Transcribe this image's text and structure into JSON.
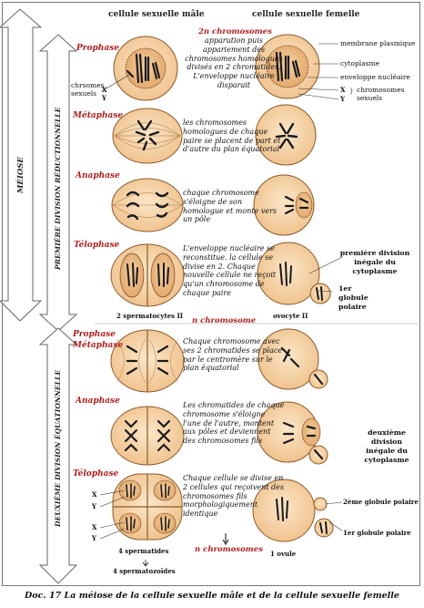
{
  "headers": {
    "male": "cellule sexuelle mâle",
    "female": "cellule sexuelle femelle"
  },
  "side_labels": {
    "meiose": "MÉIOSE",
    "div1": "PREMIÈRE DIVISION RÉDUCTIONNELLE",
    "div2": "DEUXIÈME DIVISION ÉQUATIONNELLE"
  },
  "stages": {
    "prophase": "Prophase",
    "metaphase": "Métaphase",
    "anaphase": "Anaphase",
    "telophase": "Télophase",
    "prophase2": "Prophase",
    "metaphase2": "Métaphase",
    "anaphase2": "Anaphase",
    "telophase2": "Télophase"
  },
  "chromosomes_label": {
    "text": "chrsomes sexuels",
    "x": "X",
    "y": "Y"
  },
  "descriptions": {
    "n2_title": "2n chromosomes",
    "prophase": "apparution puis appariement des chromosomes homologues divisés en 2 chromatides. L'enveloppe nucléaire disparait",
    "metaphase": "les chromosomes homologues de chaque paire se placent de part et d'autre du plan équatorial",
    "anaphase": "chaque chromosome s'éloigne de son homologue et monte vers un pôle",
    "telophase": "L'enveloppe nucléaire se reconstitue. la cellule se divise en 2. Chaque nouvelle cellule ne reçoit qu'un chromosome de chaque paire",
    "n_title": "n chromosome",
    "metaphase2": "Chaque chromosome avec ses 2 chromatides se place par le centromère sur le plan équatorial",
    "anaphase2": "Les chromatides de chaque chromosome s'éloigne l'une de l'autre, montent aux pôles et deviennent des chromosomes fils",
    "telophase2": "Chaque cellule se divise en 2 cellules qui reçoivent des chromosomes fils morphologiquement identique",
    "n_final": "n chromosomes"
  },
  "female_labels": {
    "membrane": "membrane plasmique",
    "cytoplasme": "cytoplasme",
    "enveloppe": "enveloppe nucléaire",
    "x": "X",
    "y": "Y",
    "chromosomes_sexuels": "chromosomes sexuels",
    "premiere_division": "première division inégale du cytoplasme",
    "globule1": "1er globule polaire",
    "deuxieme_division": "deuxième division inégale du cytoplasme",
    "globule2_top": "2ème globule polaire",
    "globule1_bottom": "1er globule polaire"
  },
  "bottom_labels": {
    "spermatocytes": "2 spermatocytes II",
    "ovocyte": "ovocyte II",
    "spermatides": "4 spermatides",
    "spermatozoides": "4 spermatozoïdes",
    "ovule": "1 ovule",
    "x1": "X",
    "y1": "Y",
    "x2": "X",
    "y2": "Y"
  },
  "caption": "Doc. 17  La méiose de la cellule sexuelle mâle et de la cellule sexuelle femelle",
  "colors": {
    "cell_fill": "#f6d3a4",
    "cell_stroke": "#8a5a2b",
    "nucleus_fill": "#e9b57f",
    "chromosome": "#1a1a1a",
    "stage_red": "#b11e1e"
  }
}
